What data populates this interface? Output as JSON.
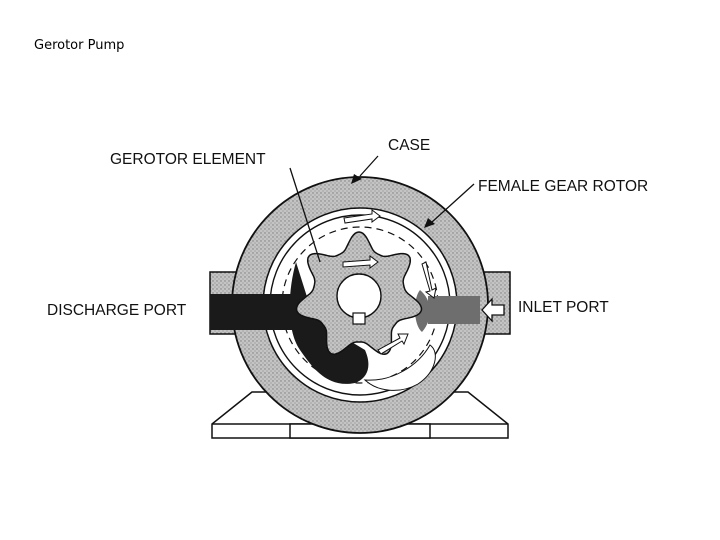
{
  "page": {
    "title": "Gerotor Pump"
  },
  "diagram": {
    "labels": {
      "gerotor_element": "GEROTOR ELEMENT",
      "case": "CASE",
      "female_gear_rotor": "FEMALE GEAR ROTOR",
      "discharge_port": "DISCHARGE PORT",
      "inlet_port": "INLET PORT"
    }
  },
  "colors": {
    "case_fill": "#b8b8b8",
    "outline": "#111111",
    "fluid_dark": "#1a1a1a",
    "inlet_fluid": "#6e6e6e",
    "background": "#ffffff"
  }
}
